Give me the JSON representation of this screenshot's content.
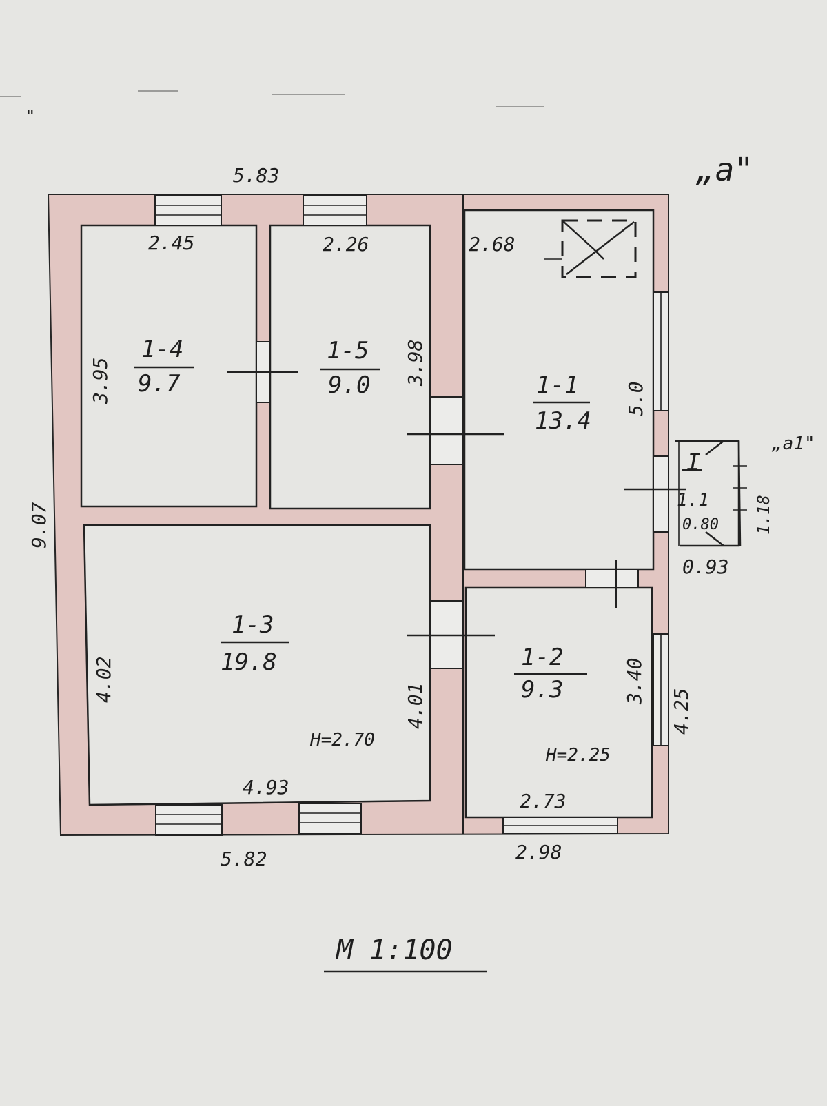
{
  "scale": "М 1:100",
  "building_letter": "„а\"",
  "extension_letter": "„а1\"",
  "corner_mark": "\"",
  "outer": {
    "top_width": "5.83",
    "left_height": "9.07",
    "bottom_left_width": "5.82",
    "bottom_right_width": "2.98",
    "right_lower_height": "4.25"
  },
  "rooms": [
    {
      "id": "1-1",
      "area": "13.4",
      "width": "2.68",
      "height": "5.0"
    },
    {
      "id": "1-2",
      "area": "9.3",
      "width": "2.73",
      "height": "3.40",
      "ceiling": "H=2.25"
    },
    {
      "id": "1-3",
      "area": "19.8",
      "width": "4.93",
      "left": "4.02",
      "right": "4.01",
      "ceiling": "H=2.70"
    },
    {
      "id": "1-4",
      "area": "9.7",
      "width": "2.45",
      "height": "3.95"
    },
    {
      "id": "1-5",
      "area": "9.0",
      "width": "2.26",
      "height": "3.98"
    }
  ],
  "porch": {
    "label": "I",
    "area": "1.1",
    "inner_width": "0.80",
    "width": "0.93",
    "depth": "1.18"
  }
}
